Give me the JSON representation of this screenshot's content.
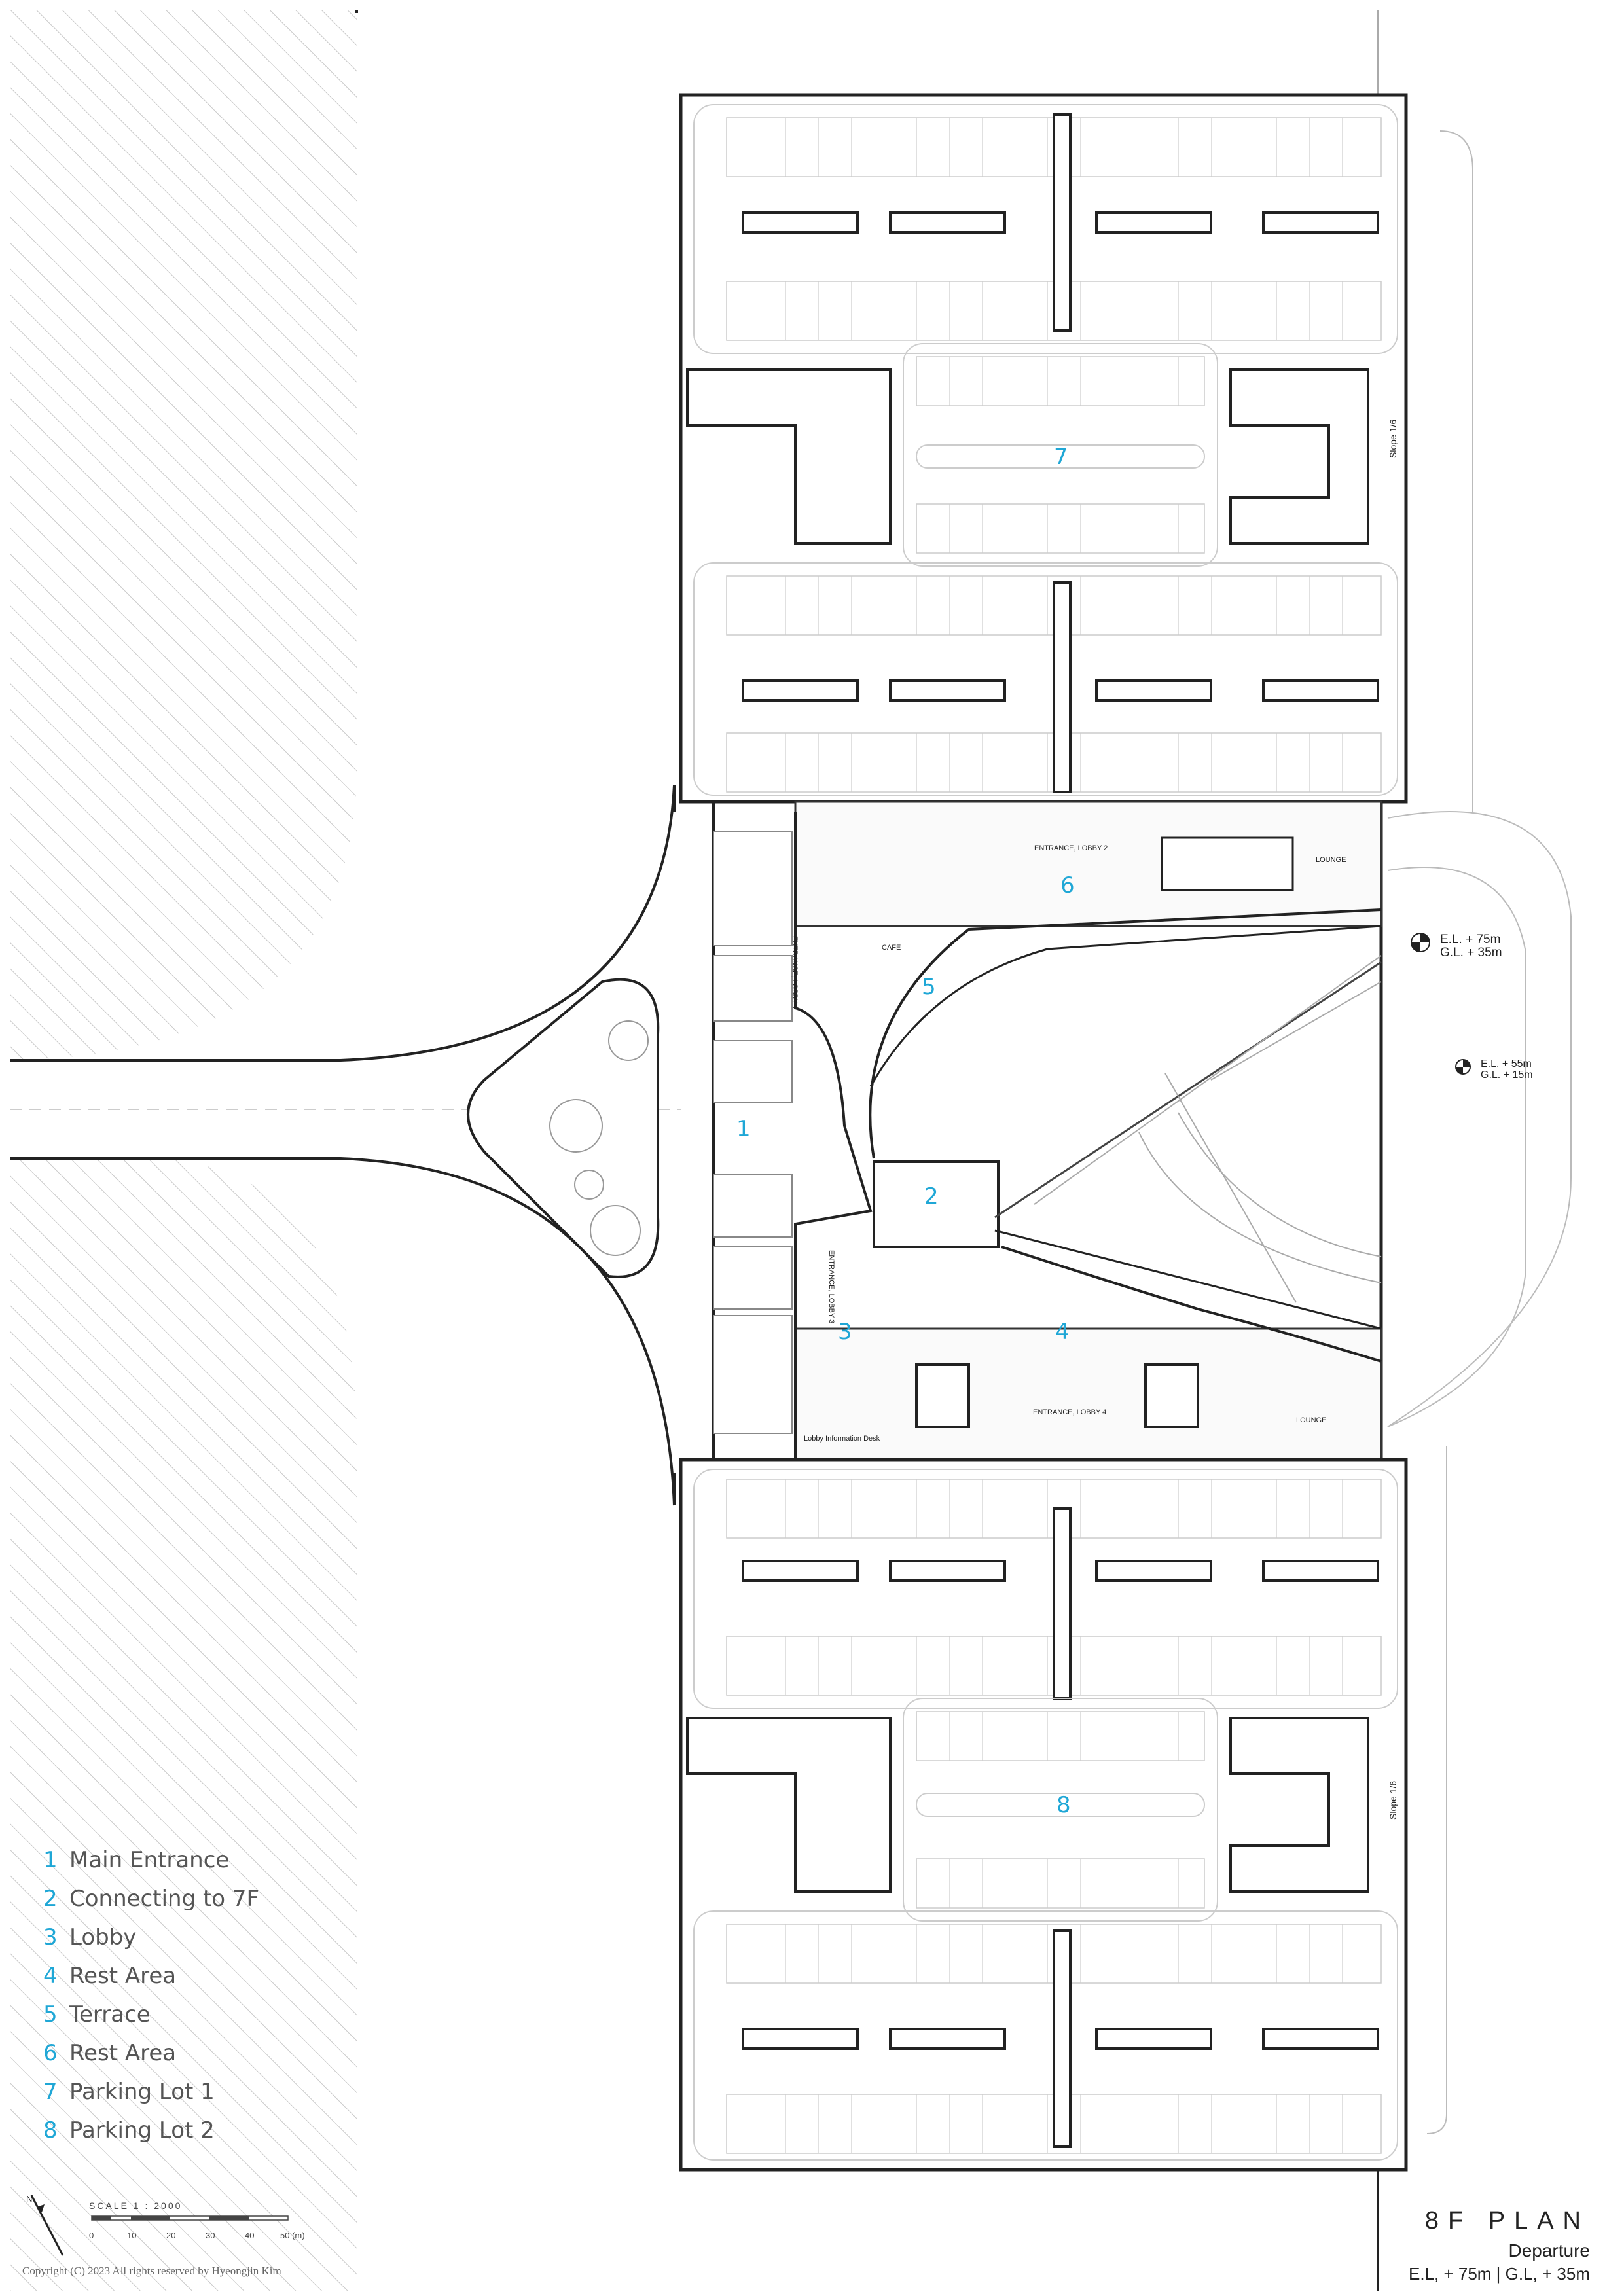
{
  "legend": [
    {
      "num": "1",
      "label": "Main Entrance"
    },
    {
      "num": "2",
      "label": "Connecting to 7F"
    },
    {
      "num": "3",
      "label": "Lobby"
    },
    {
      "num": "4",
      "label": "Rest Area"
    },
    {
      "num": "5",
      "label": "Terrace"
    },
    {
      "num": "6",
      "label": "Rest Area"
    },
    {
      "num": "7",
      "label": "Parking Lot 1"
    },
    {
      "num": "8",
      "label": "Parking Lot 2"
    }
  ],
  "title": {
    "main": "8F PLAN",
    "sub": "Departure",
    "elevation": "E.L, + 75m | G.L, + 35m"
  },
  "scale": {
    "title": "SCALE 1 : 2000",
    "ticks": [
      "0",
      "10",
      "20",
      "30",
      "40",
      "50 (m)"
    ]
  },
  "compass_label": "N",
  "copyright": "Copyright (C) 2023 All rights reserved by Hyeongjin Kim",
  "elevation_markers": {
    "right_upper": [
      "E.L. + 75m",
      "G.L. + 35m"
    ],
    "right_lower": [
      "E.L. + 55m",
      "G.L. + 15m"
    ]
  },
  "plan_labels": {
    "lounge_top": "LOUNGE",
    "lounge_bottom": "LOUNGE",
    "entrance_lobby_2": "ENTRANCE, LOBBY 2",
    "entrance_lobby_4": "ENTRANCE, LOBBY 4",
    "entrance_lobby_1": "ENTRANCE, LOBBY 1",
    "entrance_lobby_3": "ENTRANCE, LOBBY 3",
    "cafe": "CAFE",
    "lobby_info_desk": "Lobby Information Desk",
    "slope_top": "Slope 1/6",
    "slope_bottom": "Slope 1/6"
  },
  "area_numbers": [
    "1",
    "2",
    "3",
    "4",
    "5",
    "6",
    "7",
    "8"
  ]
}
